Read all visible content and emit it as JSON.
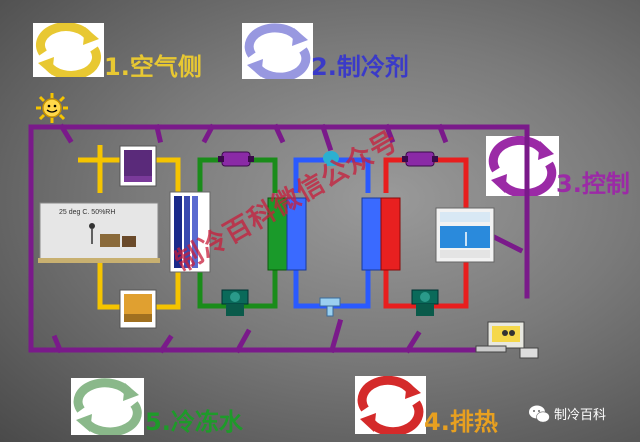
{
  "legend": {
    "air_side": "1.空气侧",
    "refrigerant": "2.制冷剂",
    "control": "3.控制",
    "heat_rejection": "4.排热",
    "chilled_water": "5.冷冻水"
  },
  "room_label": "25 deg C. 50%RH",
  "watermark": "制冷百科微信公众号",
  "brand": "制冷百科",
  "colors": {
    "air_side": "#e8c832",
    "refrigerant": "#3a3ac8",
    "control": "#9b2aa6",
    "heat_rejection": "#e82a2a",
    "chilled_water": "#1e9a2a",
    "loop_yellow": "#f5c400",
    "loop_green": "#1a8c1a",
    "loop_blue": "#2a5aff",
    "loop_red": "#e81e1e",
    "frame_purple": "#7a1a8a"
  }
}
